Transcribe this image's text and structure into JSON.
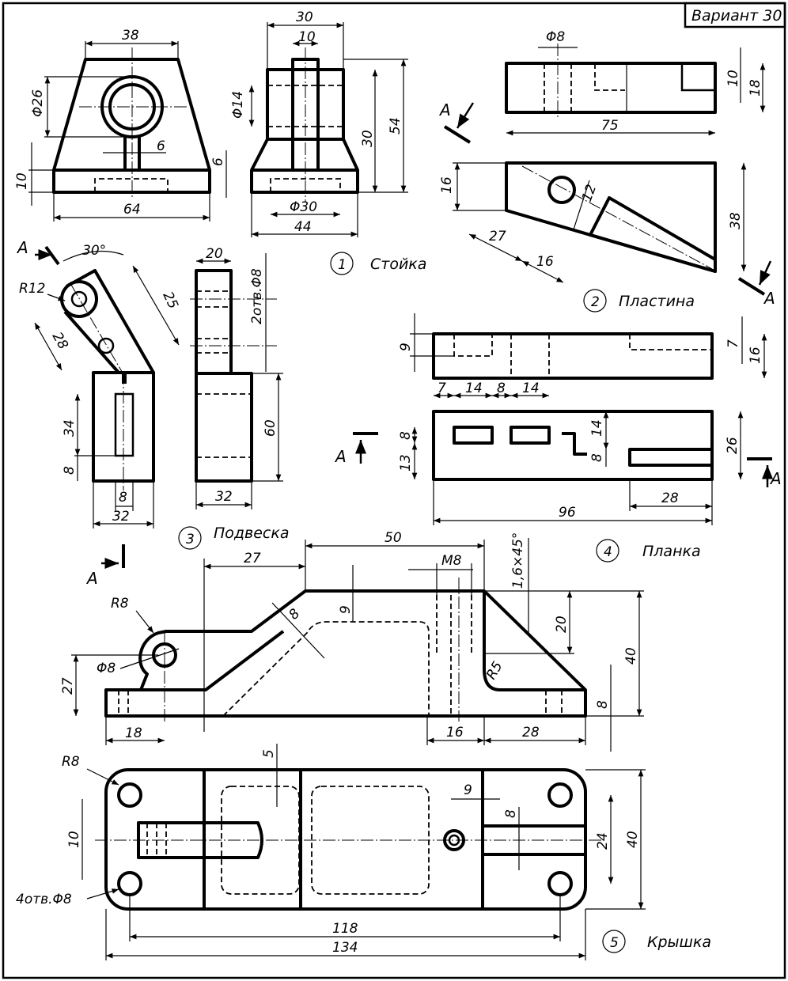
{
  "variant": "Вариант 30",
  "parts": [
    {
      "num": "1",
      "name": "Стойка"
    },
    {
      "num": "2",
      "name": "Пластина"
    },
    {
      "num": "3",
      "name": "Подвеска"
    },
    {
      "num": "4",
      "name": "Планка"
    },
    {
      "num": "5",
      "name": "Крышка"
    }
  ],
  "section_mark": "A",
  "dims": {
    "p1": [
      "38",
      "Φ26",
      "10",
      "6",
      "6",
      "64",
      "30",
      "10",
      "Φ14",
      "30",
      "54",
      "Φ30",
      "44"
    ],
    "p2": [
      "Φ8",
      "10",
      "18",
      "75",
      "16",
      "12",
      "38",
      "27",
      "16"
    ],
    "p3": [
      "30°",
      "R12",
      "25",
      "28",
      "20",
      "2отв.Φ8",
      "34",
      "8",
      "60",
      "8",
      "32",
      "32"
    ],
    "p4": [
      "9",
      "7",
      "16",
      "7",
      "14",
      "8",
      "14",
      "8",
      "13",
      "14",
      "8",
      "26",
      "28",
      "96"
    ],
    "p5a": [
      "27",
      "50",
      "M8",
      "1,6×45°",
      "R8",
      "9",
      "8",
      "20",
      "40",
      "Φ8",
      "27",
      "R5",
      "8",
      "18",
      "16",
      "28"
    ],
    "p5b": [
      "R8",
      "5",
      "9",
      "8",
      "10",
      "24",
      "40",
      "4отв.Φ8",
      "118",
      "134"
    ]
  }
}
